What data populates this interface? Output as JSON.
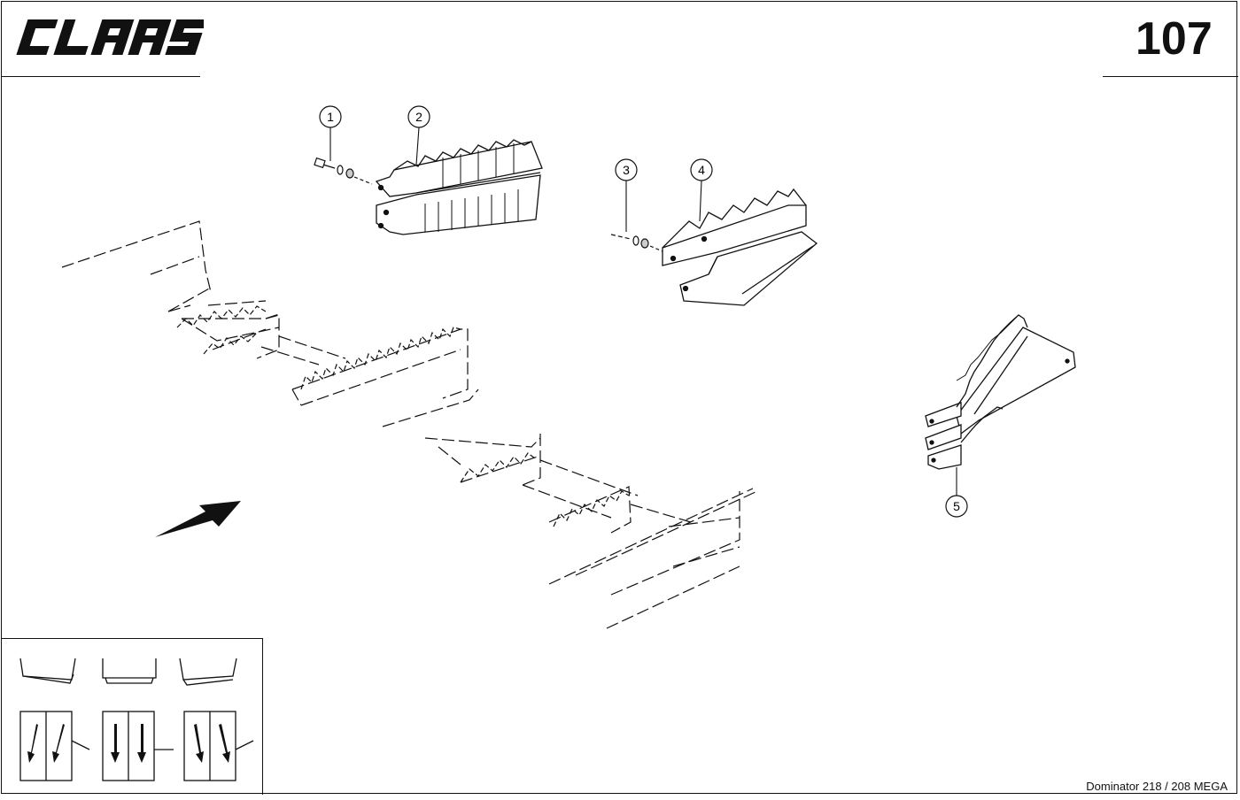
{
  "header": {
    "brand": "CLAAS",
    "page_number": "107"
  },
  "callouts": [
    {
      "num": "1"
    },
    {
      "num": "2"
    },
    {
      "num": "3"
    },
    {
      "num": "4"
    },
    {
      "num": "5"
    }
  ],
  "footer": {
    "model": "Dominator 218 / 208 MEGA"
  }
}
